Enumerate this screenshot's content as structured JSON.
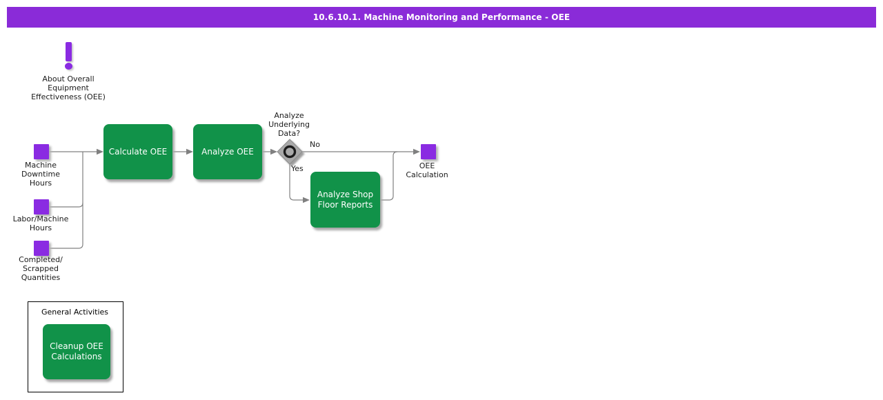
{
  "title_bar": {
    "title": "10.6.10.1. Machine Monitoring and Performance - OEE"
  },
  "annotation": {
    "icon": "exclamation-icon",
    "label": "About Overall\nEquipment\nEffectiveness (OEE)"
  },
  "inputs": [
    {
      "label": "Machine\nDowntime\nHours"
    },
    {
      "label": "Labor/Machine\nHours"
    },
    {
      "label": "Completed/\nScrapped\nQuantities"
    }
  ],
  "process": {
    "calculate_label": "Calculate OEE",
    "analyze_label": "Analyze OEE",
    "decision_question": "Analyze\nUnderlying\nData?",
    "branch_no": "No",
    "branch_yes": "Yes",
    "shop_floor_label": "Analyze Shop\nFloor Reports",
    "output_label": "OEE\nCalculation"
  },
  "general_activities": {
    "title": "General Activities",
    "cleanup_label": "Cleanup OEE\nCalculations"
  },
  "colors": {
    "title_bg": "#8a2bd8",
    "node_purple": "#8a2be2",
    "node_green": "#119249",
    "connector_gray": "#808080",
    "decision_fill": "#a9a9a9",
    "text": "#1a1a1a",
    "title_text": "#ffffff"
  }
}
